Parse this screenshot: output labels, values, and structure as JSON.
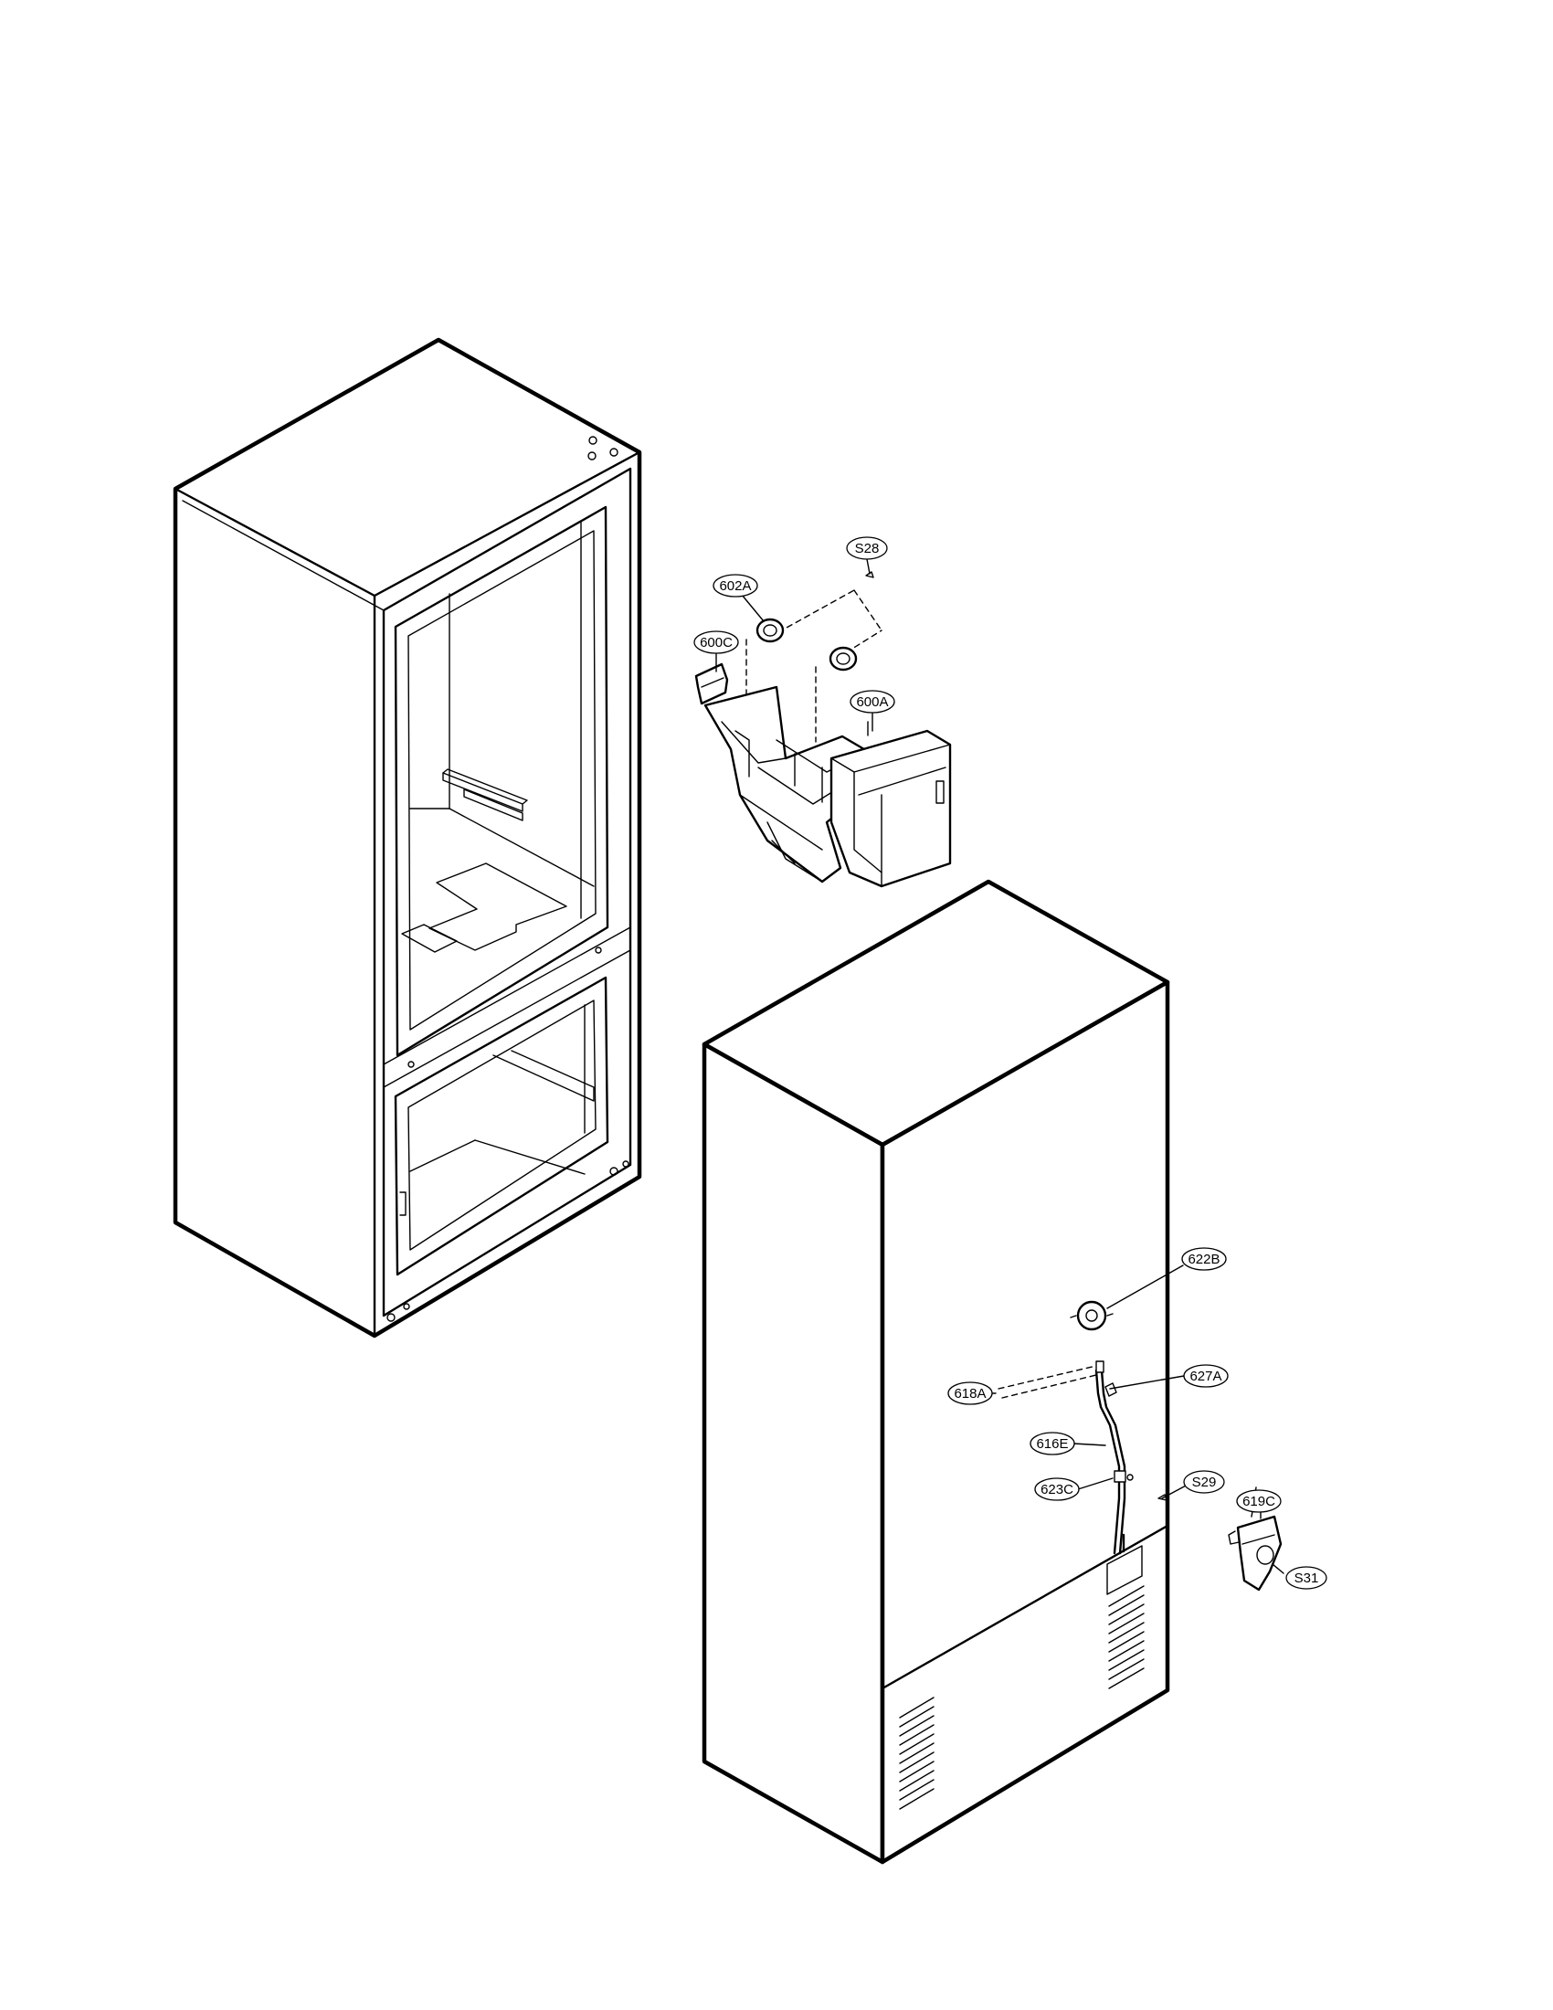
{
  "callouts": {
    "s28": "S28",
    "p602a": "602A",
    "p600c": "600C",
    "p600a": "600A",
    "p622b": "622B",
    "p627a": "627A",
    "p618a": "618A",
    "p616e": "616E",
    "p623c": "623C",
    "s29": "S29",
    "p619c": "619C",
    "s31": "S31"
  }
}
